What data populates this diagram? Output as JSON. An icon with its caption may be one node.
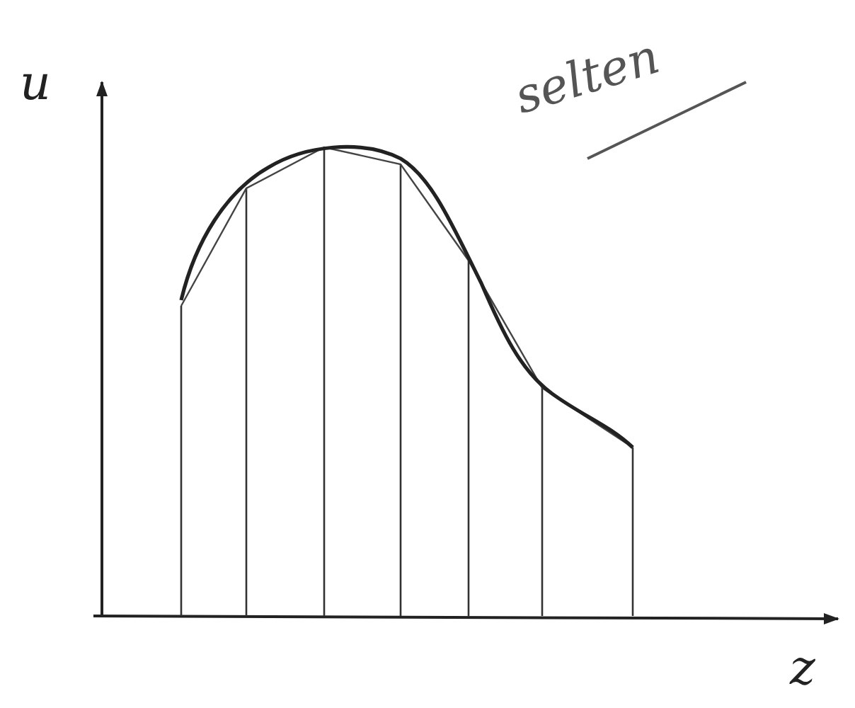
{
  "diagram": {
    "labels": [
      "u",
      "selten",
      "z"
    ]
  }
}
